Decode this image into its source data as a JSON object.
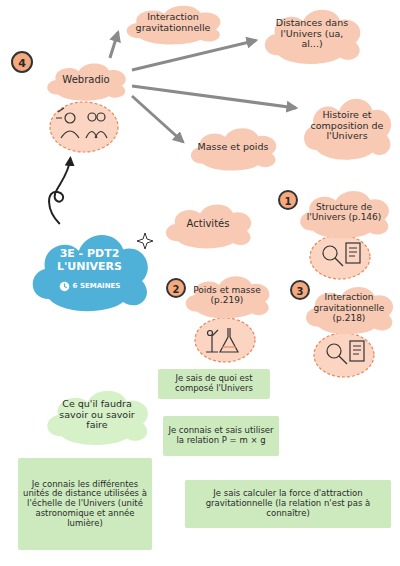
{
  "diagram": {
    "nodes": [
      {
        "text": [
          "4"
        ]
      },
      {
        "text": [
          "Interaction gravitationnelle"
        ]
      },
      {
        "text": [
          "Distances dans l'Univers (ua, al...)"
        ]
      },
      {
        "text": [
          "Webradio"
        ]
      },
      {
        "text": [
          "Histoire et composition de l'Univers"
        ]
      },
      {
        "text": [
          "Masse et poids"
        ]
      },
      {
        "text": [
          "Activités"
        ]
      },
      {
        "text": [
          "1"
        ]
      },
      {
        "text": [
          "Structure de l'Univers (p.146)"
        ]
      },
      {
        "text": [
          "3E - PDT2 L'UNIVERS",
          "6 SEMAINES"
        ]
      },
      {
        "text": [
          "2"
        ]
      },
      {
        "text": [
          "Poids et masse (p.219)"
        ]
      },
      {
        "text": [
          "3"
        ]
      },
      {
        "text": [
          "Interaction gravitationnelle (p.218)"
        ]
      },
      {
        "text": [
          "Je sais de quoi est composé l'Univers"
        ]
      },
      {
        "text": [
          "Ce qu'il faudra savoir ou savoir faire"
        ]
      },
      {
        "text": [
          "Je connais et sais utiliser la relation P = m × g"
        ]
      },
      {
        "text": [
          "Je connais les différentes unités de distance utilisées à l'échelle de l'Univers (unité astronomique et année lumière)"
        ]
      },
      {
        "text": [
          "Je sais calculer la force d'attraction gravitationnelle (la relation n'est pas à connaître)"
        ]
      }
    ],
    "edges": [
      {
        "from": 3,
        "to": 1,
        "arrow": "to"
      },
      {
        "from": 3,
        "to": 2,
        "arrow": "to"
      },
      {
        "from": 3,
        "to": 4,
        "arrow": "to"
      },
      {
        "from": 3,
        "to": 5,
        "arrow": "to"
      },
      {
        "from": 9,
        "to": 3,
        "arrow": "to"
      }
    ]
  }
}
